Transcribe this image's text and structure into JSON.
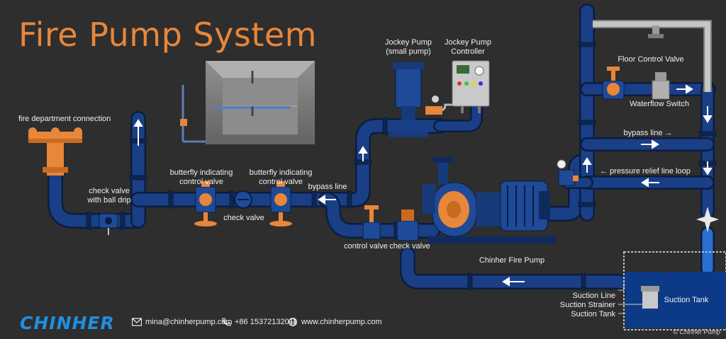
{
  "title": "Fire Pump System",
  "labels": {
    "fdc": "fire department connection",
    "check_valve_ball_drip": "check valve\nwith ball drip",
    "butterfly_1": "butterfly indicating\ncontrol valve",
    "butterfly_2": "butterfly indicating\ncontrol valve",
    "check_valve_mid": "check valve",
    "bypass_line_left": "bypass line",
    "jockey_pump": "Jockey Pump\n(small pump)",
    "jockey_controller": "Jockey Pump\nController",
    "control_valve": "control valve",
    "check_valve_pump": "check valve",
    "fire_pump": "Chinher Fire Pump",
    "floor_control_valve": "Floor Control Valve",
    "waterflow_switch": "Waterflow Switch",
    "bypass_line_right": "bypass line →",
    "pressure_relief": "← pressure relief line loop",
    "suction_line": "Suction Line",
    "suction_strainer": "Suction Strainer",
    "suction_tank_label": "Suction Tank",
    "suction_tank_name": "Suction Tank"
  },
  "footer": {
    "brand": "CHINHER",
    "email": "mina@chinherpump.com",
    "phone": "+86 15372132011",
    "website": "www.chinherpump.com",
    "copyright": "© Chinher Pump"
  },
  "icons": {
    "email": "envelope-icon",
    "phone": "phone-icon",
    "web": "globe-icon"
  },
  "colors": {
    "background": "#2e2e2e",
    "pipe": "#1a3f86",
    "pipe_outline": "#0b1d40",
    "accent": "#e8863a",
    "brand": "#1f8fe0",
    "sprinkler_pipe": "#b9b9b9",
    "tank_water": "#0d3a86"
  }
}
